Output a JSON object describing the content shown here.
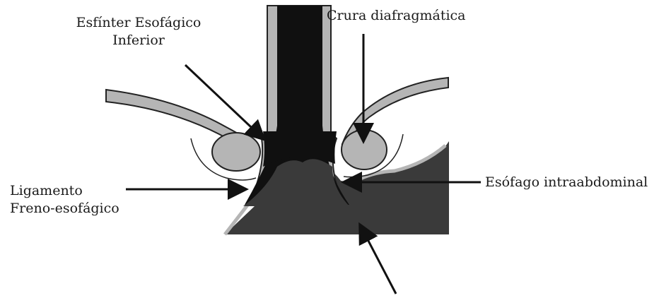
{
  "labels": {
    "les_line1": "Esfínter Esofágico",
    "les_line2": "Inferior",
    "crura": "Crura diafragmática",
    "ligament_line1": "Ligamento",
    "ligament_line2": "Freno-esofágico",
    "intraabdominal": "Esófago intraabdominal"
  },
  "colors": {
    "black": "#101010",
    "dark_gray": "#3a3a3a",
    "light_gray": "#b5b5b5",
    "outline": "#222222"
  }
}
